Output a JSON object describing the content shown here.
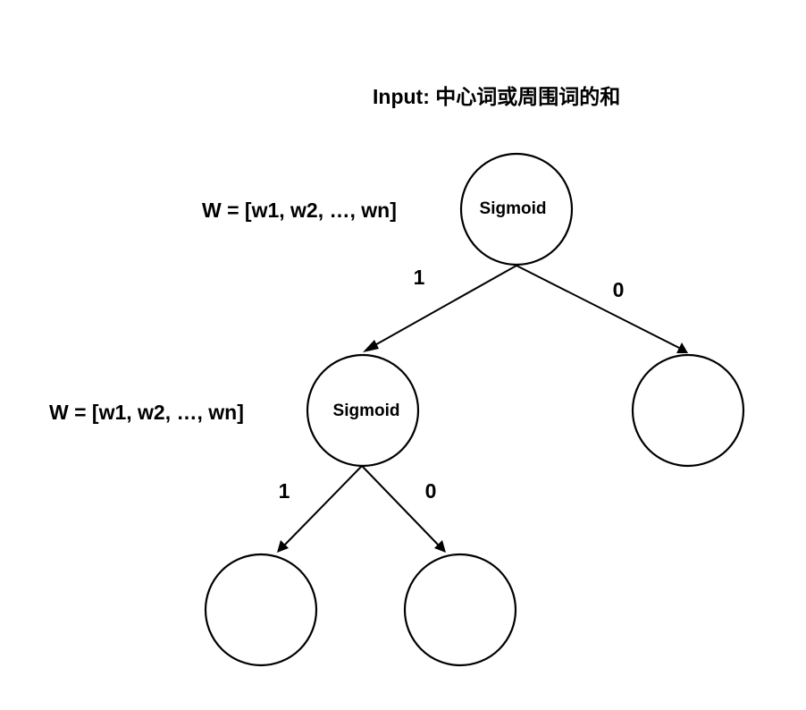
{
  "title": "Input: 中心词或周围词的和",
  "weight_labels": [
    "W = [w1, w2, …, wn]",
    "W = [w1, w2, …, wn]"
  ],
  "nodes": [
    {
      "label": "Sigmoid"
    },
    {
      "label": "Sigmoid"
    },
    {
      "label": ""
    },
    {
      "label": ""
    },
    {
      "label": ""
    }
  ],
  "edges": [
    {
      "label": "1"
    },
    {
      "label": "0"
    },
    {
      "label": "1"
    },
    {
      "label": "0"
    }
  ]
}
